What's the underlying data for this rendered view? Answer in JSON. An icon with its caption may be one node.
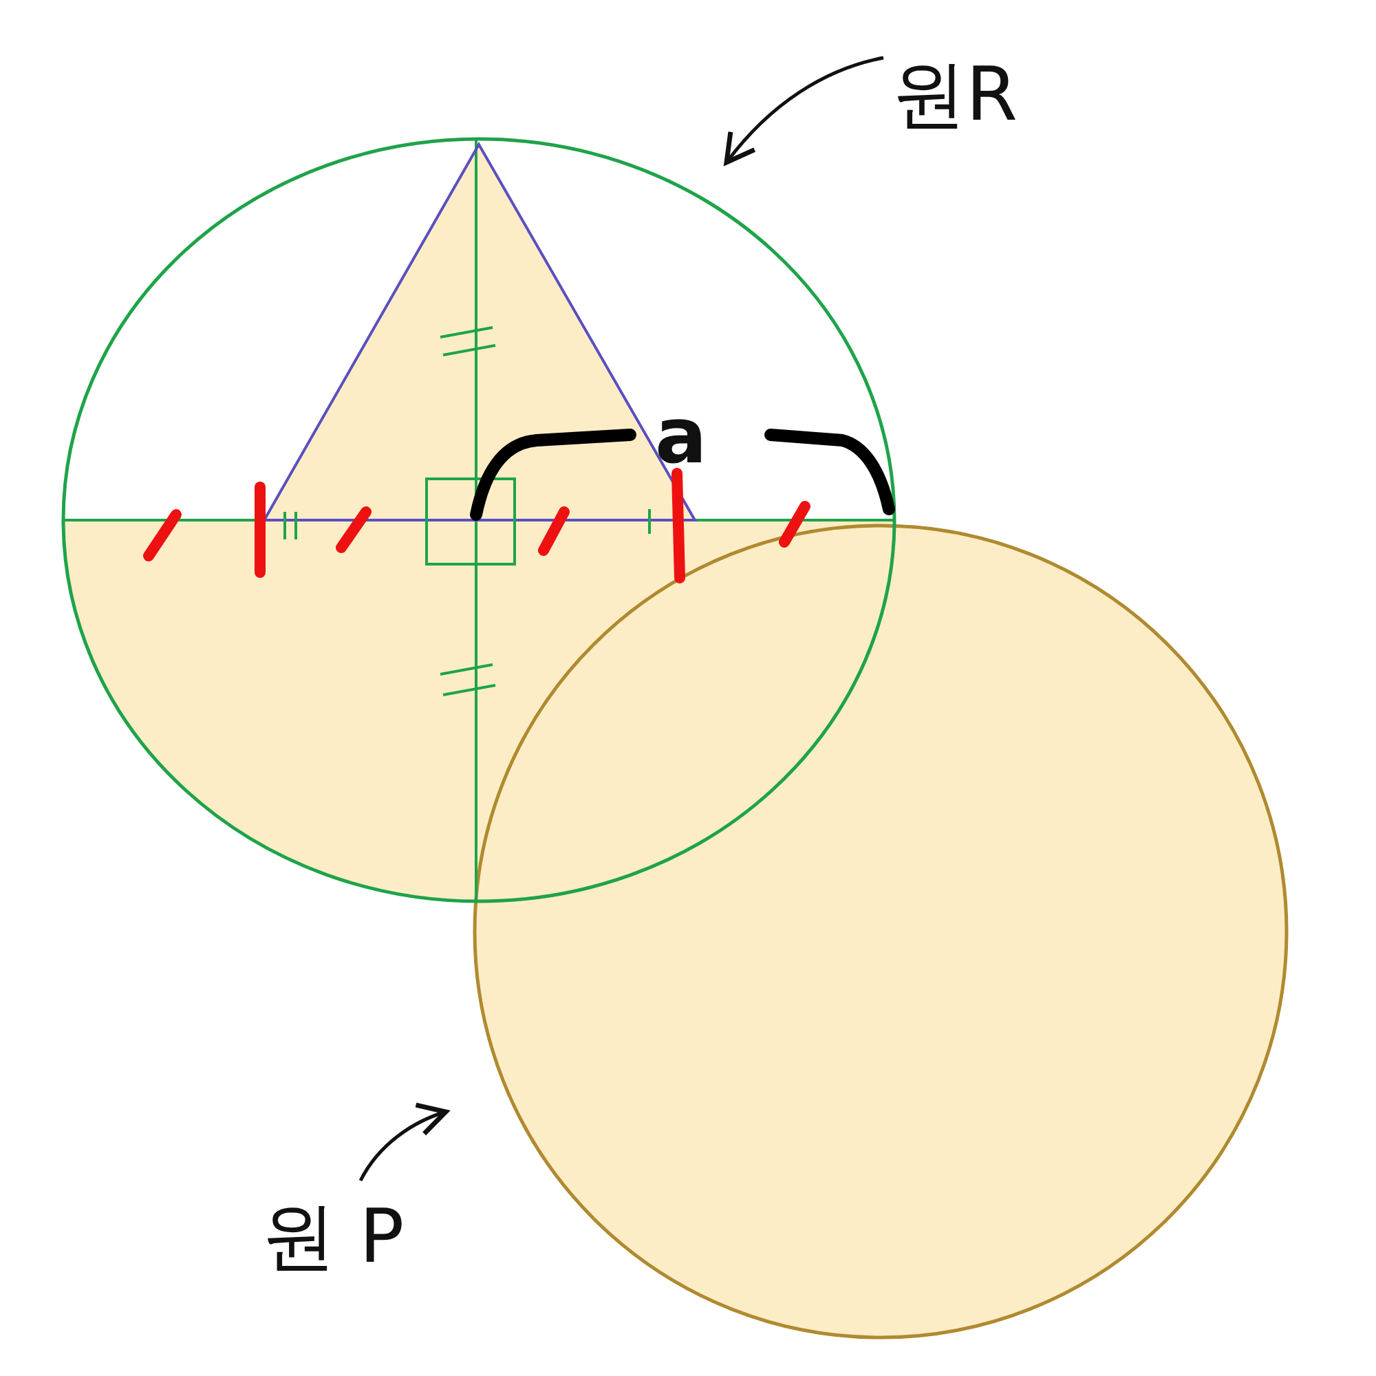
{
  "diagram": {
    "nodes": [
      {
        "text": [
          "원R"
        ]
      },
      {
        "text": [],
        "shape": "circle"
      },
      {
        "text": [
          "원 P"
        ]
      },
      {
        "text": [],
        "shape": "circle"
      }
    ],
    "edges": [
      {
        "from": 0,
        "to": 1,
        "arrow": "to"
      },
      {
        "from": 2,
        "to": 3,
        "arrow": "to"
      }
    ],
    "labels": [
      "a"
    ]
  }
}
